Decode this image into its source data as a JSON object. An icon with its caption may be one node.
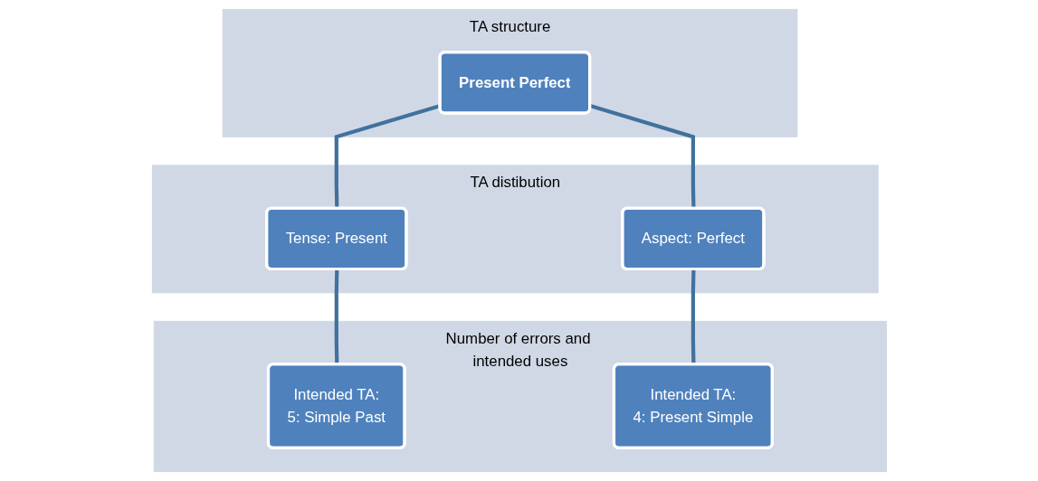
{
  "diagram": {
    "nodes": [
      {
        "text": [
          "TA structure"
        ]
      },
      {
        "text": [
          "Present Perfect"
        ],
        "in": 0
      },
      {
        "text": [
          "TA distibution"
        ]
      },
      {
        "text": [
          "Tense: Present"
        ],
        "in": 2
      },
      {
        "text": [
          "Aspect: Perfect"
        ],
        "in": 2
      },
      {
        "text": [
          "Number of errors and intended uses"
        ]
      },
      {
        "text": [
          "Intended TA:",
          "5: Simple Past"
        ],
        "in": 5
      },
      {
        "text": [
          "Intended TA:",
          "4: Present Simple"
        ],
        "in": 5
      }
    ],
    "edges": [
      {
        "from": 1,
        "to": 3,
        "arrow": "none"
      },
      {
        "from": 1,
        "to": 4,
        "arrow": "none"
      },
      {
        "from": 3,
        "to": 6,
        "arrow": "none"
      },
      {
        "from": 4,
        "to": 7,
        "arrow": "none"
      }
    ]
  }
}
